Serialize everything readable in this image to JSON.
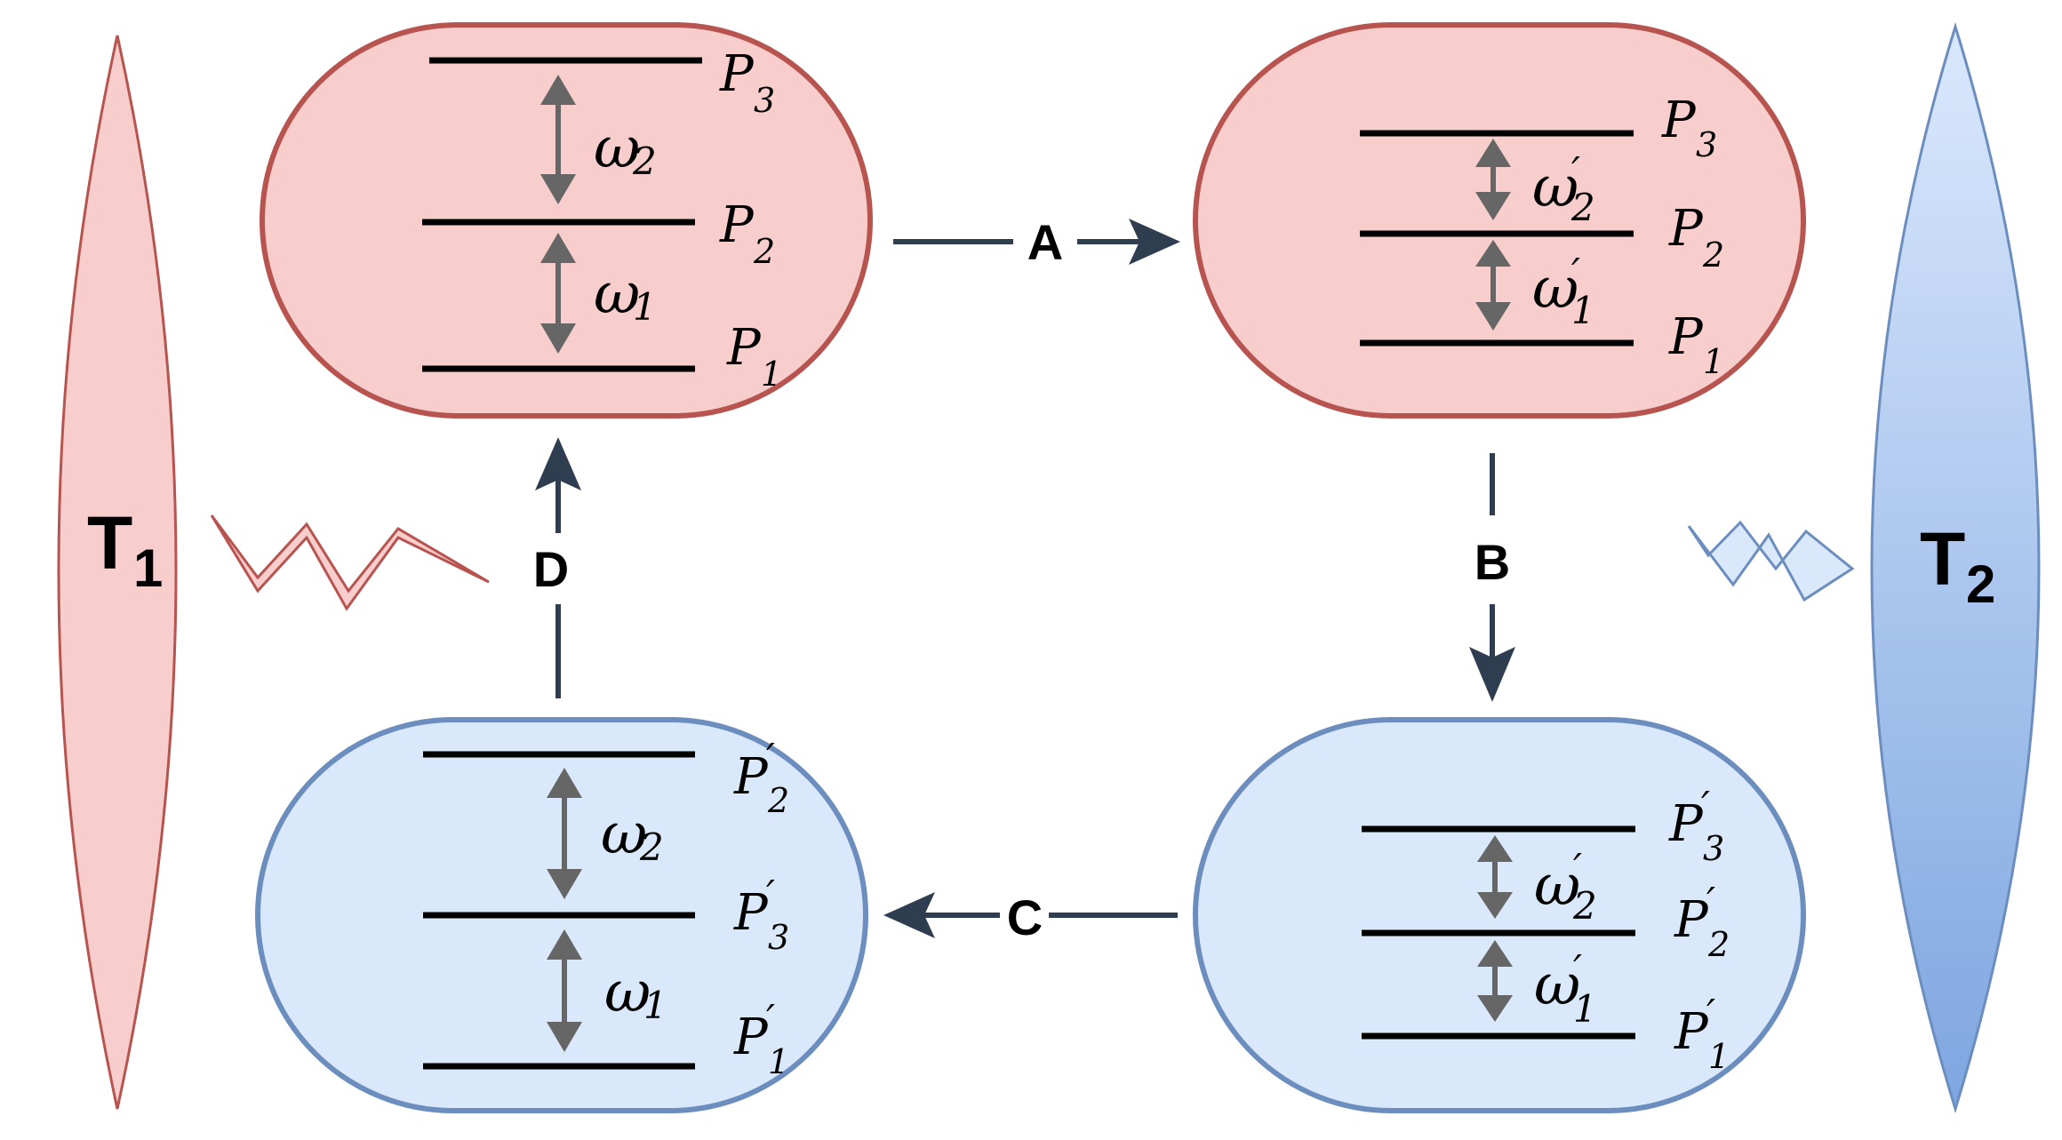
{
  "reservoirs": {
    "hot": {
      "label": "T",
      "sub": "1",
      "fill": "#f8cecc",
      "stroke": "#b85450"
    },
    "cold": {
      "label": "T",
      "sub": "2",
      "fill_top": "#dae8fc",
      "fill_bottom": "#7ea6e0",
      "stroke": "#6c8ebf"
    }
  },
  "states": {
    "top_left": {
      "levels": [
        {
          "sym": "P",
          "sub": "3",
          "prime": false
        },
        {
          "sym": "P",
          "sub": "2",
          "prime": false
        },
        {
          "sym": "P",
          "sub": "1",
          "prime": false
        }
      ],
      "gaps": [
        {
          "sym": "ω",
          "sub": "2",
          "prime": false
        },
        {
          "sym": "ω",
          "sub": "1",
          "prime": false
        }
      ]
    },
    "top_right": {
      "levels": [
        {
          "sym": "P",
          "sub": "3",
          "prime": false
        },
        {
          "sym": "P",
          "sub": "2",
          "prime": false
        },
        {
          "sym": "P",
          "sub": "1",
          "prime": false
        }
      ],
      "gaps": [
        {
          "sym": "ω",
          "sub": "2",
          "prime": true
        },
        {
          "sym": "ω",
          "sub": "1",
          "prime": true
        }
      ]
    },
    "bottom_left": {
      "levels": [
        {
          "sym": "P",
          "sub": "2",
          "prime": true
        },
        {
          "sym": "P",
          "sub": "3",
          "prime": true
        },
        {
          "sym": "P",
          "sub": "1",
          "prime": true
        }
      ],
      "gaps": [
        {
          "sym": "ω",
          "sub": "2",
          "prime": false
        },
        {
          "sym": "ω",
          "sub": "1",
          "prime": false
        }
      ]
    },
    "bottom_right": {
      "levels": [
        {
          "sym": "P",
          "sub": "3",
          "prime": true
        },
        {
          "sym": "P",
          "sub": "2",
          "prime": true
        },
        {
          "sym": "P",
          "sub": "1",
          "prime": true
        }
      ],
      "gaps": [
        {
          "sym": "ω",
          "sub": "2",
          "prime": true
        },
        {
          "sym": "ω",
          "sub": "1",
          "prime": true
        }
      ]
    }
  },
  "strokes": {
    "A": "A",
    "B": "B",
    "C": "C",
    "D": "D"
  },
  "colors": {
    "hot_fill": "#f8cecc",
    "hot_stroke": "#b85450",
    "cold_fill": "#dae8fc",
    "cold_stroke": "#6c8ebf",
    "arrow": "#2e3e50",
    "gap_arrow": "#666666"
  }
}
